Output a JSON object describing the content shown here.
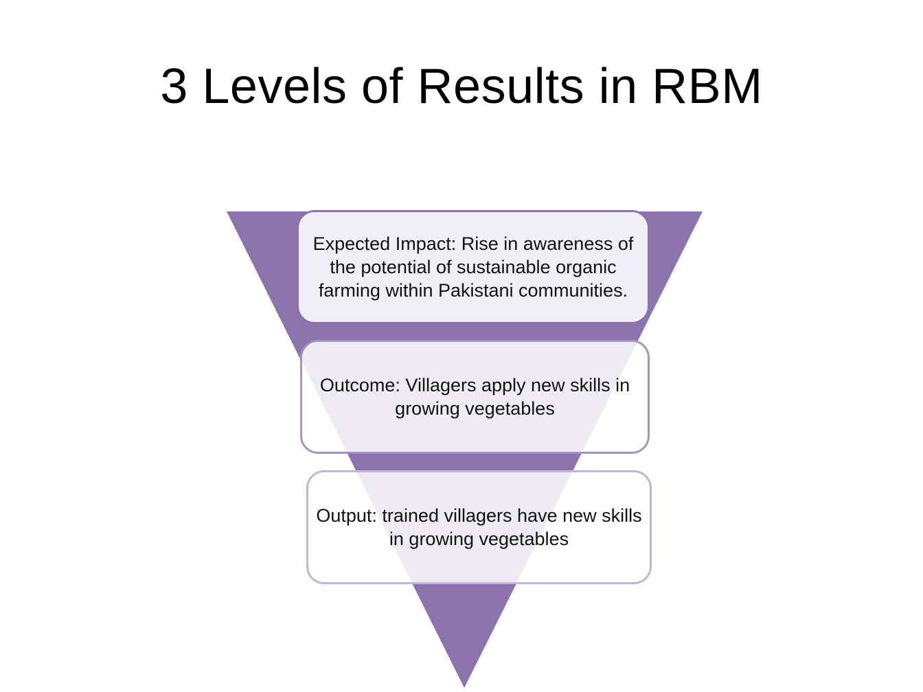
{
  "title": "3 Levels of Results in RBM",
  "colors": {
    "funnel_fill": "#8b74ad",
    "box1_border": "#8b74ad",
    "box2_border": "#a592c2",
    "box3_border": "#c1b4d6",
    "box_fill": "#f1eff6"
  },
  "levels": [
    {
      "text": "Expected Impact: Rise in awareness of the potential of sustainable organic farming within Pakistani communities."
    },
    {
      "text": "Outcome: Villagers apply new skills in growing vegetables"
    },
    {
      "text": "Output: trained villagers have new skills in growing vegetables"
    }
  ]
}
